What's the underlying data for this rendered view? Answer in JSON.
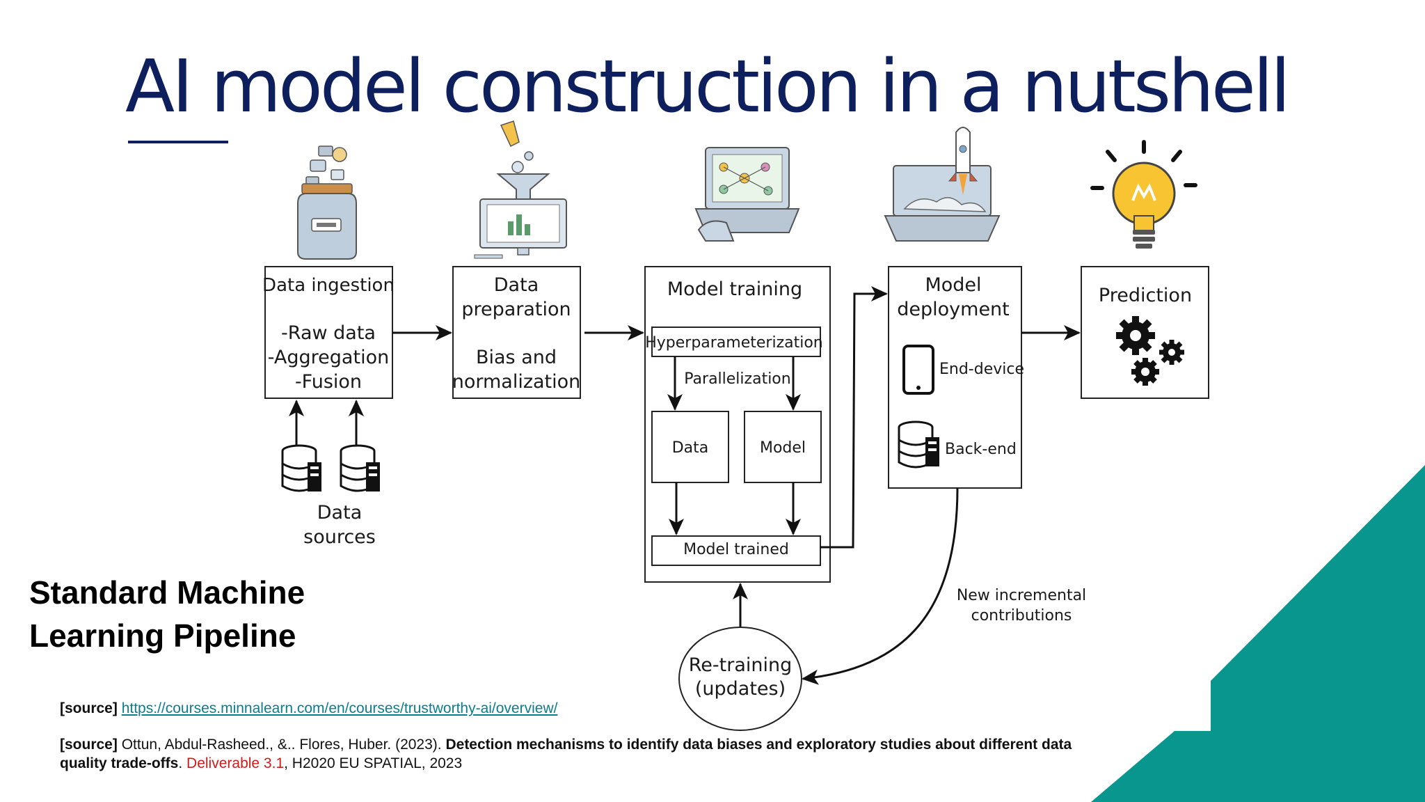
{
  "slide": {
    "title": "AI model construction in a nutshell",
    "pipeline_label_line1": "Standard Machine",
    "pipeline_label_line2": "Learning Pipeline"
  },
  "colors": {
    "title": "#0e1f5e",
    "teal": "#08968f",
    "link": "#0b7d8c",
    "deliverable": "#d11a1a"
  },
  "diagram": {
    "ingestion": {
      "title": "Data ingestion",
      "items": [
        "-Raw data",
        "-Aggregation",
        "-Fusion"
      ]
    },
    "preparation": {
      "title_line1": "Data",
      "title_line2": "preparation",
      "sub_line1": "Bias and",
      "sub_line2": "normalization"
    },
    "training": {
      "title": "Model training",
      "hyper": "Hyperparameterization",
      "parallel": "Parallelization",
      "data": "Data",
      "model": "Model",
      "trained": "Model trained"
    },
    "deployment": {
      "title_line1": "Model",
      "title_line2": "deployment",
      "end_device": "End-device",
      "back_end": "Back-end"
    },
    "prediction": {
      "title": "Prediction"
    },
    "sources": {
      "line1": "Data",
      "line2": "sources"
    },
    "retraining": {
      "line1": "Re-training",
      "line2": "(updates)"
    },
    "incremental": {
      "line1": "New incremental",
      "line2": "contributions"
    },
    "icons": {
      "ingestion": "data-jar-icon",
      "preparation": "funnel-monitor-icon",
      "training": "laptop-network-icon",
      "deployment": "rocket-laptop-icon",
      "prediction": "lightbulb-icon"
    }
  },
  "sources": {
    "tag": "[source]",
    "link": "https://courses.minnalearn.com/en/courses/trustworthy-ai/overview/",
    "citation_authors": "Ottun, Abdul-Rasheed., &.. Flores, Huber. (2023).",
    "citation_title": "Detection mechanisms to identify data biases and exploratory studies about different data quality trade-offs",
    "citation_period": ".",
    "citation_deliverable": "Deliverable 3.1",
    "citation_end": ", H2020 EU SPATIAL, 2023"
  }
}
